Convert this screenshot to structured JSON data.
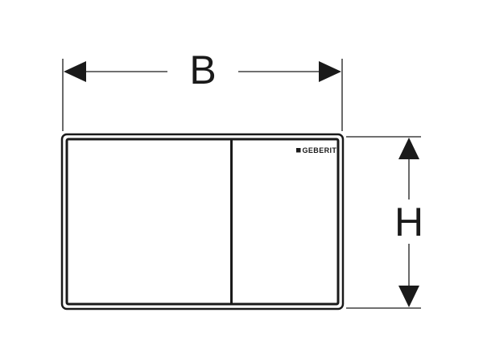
{
  "diagram": {
    "width_label": "B",
    "height_label": "H",
    "logo": "GEBERIT",
    "colors": {
      "line": "#1a1a1a",
      "background": "#ffffff"
    }
  }
}
